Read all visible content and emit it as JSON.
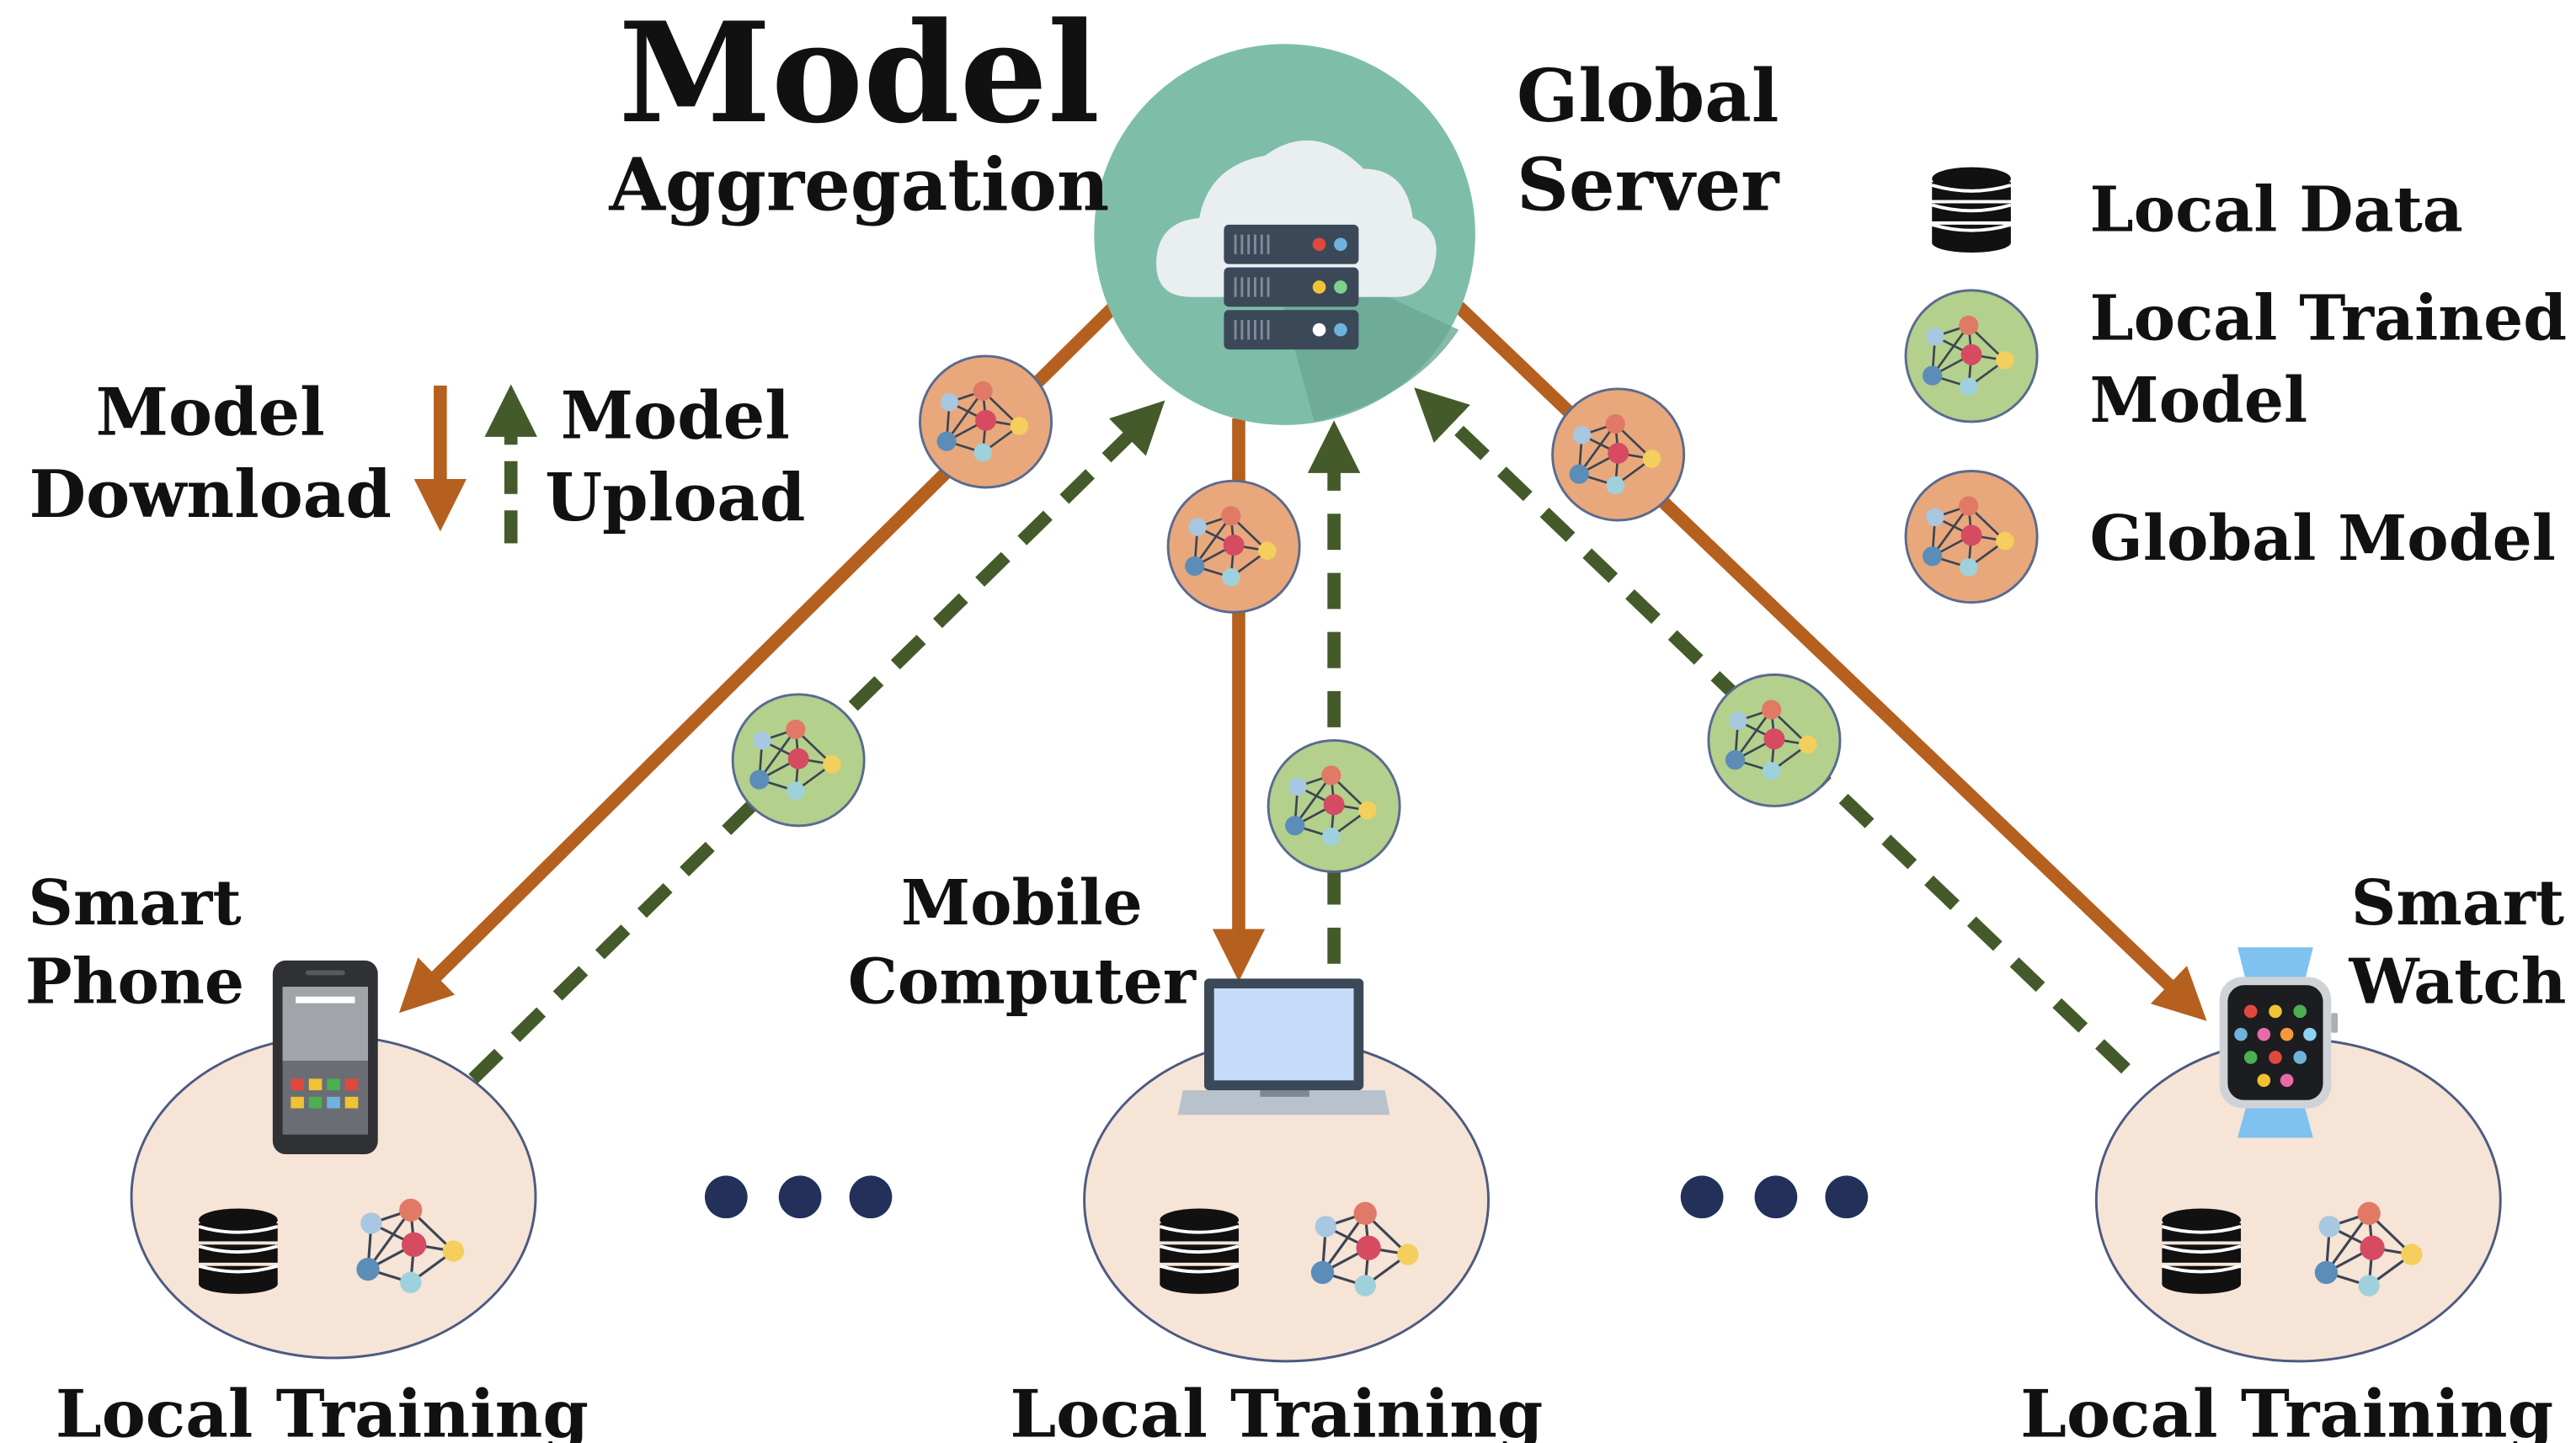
{
  "server": {
    "aggregation_line1": "Model",
    "aggregation_line2": "Aggregation",
    "name_line1": "Global",
    "name_line2": "Server"
  },
  "arrow_legend": {
    "download_line1": "Model",
    "download_line2": "Download",
    "upload_line1": "Model",
    "upload_line2": "Upload"
  },
  "legend": {
    "local_data": "Local Data",
    "local_trained_line1": "Local Trained",
    "local_trained_line2": "Model",
    "global_model": "Global Model"
  },
  "devices": {
    "phone_line1": "Smart",
    "phone_line2": "Phone",
    "computer_line1": "Mobile",
    "computer_line2": "Computer",
    "watch_line1": "Smart",
    "watch_line2": "Watch"
  },
  "local_training": [
    "Local Training",
    "Local Training",
    "Local Training"
  ],
  "colors": {
    "download_arrow": "#b5601f",
    "upload_arrow": "#455a2a",
    "global_model_fill": "#e8a87c",
    "local_model_fill": "#b3d08c",
    "server_circle": "#7ebea8",
    "client_ellipse": "#f6e4d7",
    "dots": "#22305a"
  },
  "icons": {
    "server": "cloud-server-icon",
    "local_data": "database-icon",
    "model": "neural-network-icon",
    "phone": "smartphone-icon",
    "computer": "laptop-icon",
    "watch": "smartwatch-icon"
  }
}
